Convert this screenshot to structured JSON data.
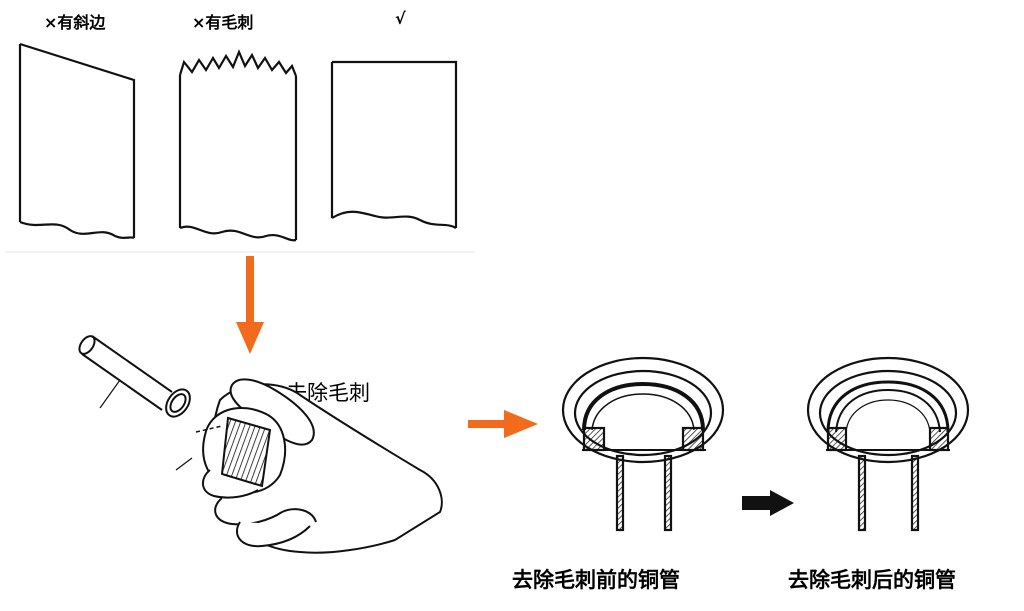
{
  "labels": {
    "beveled": "×有斜边",
    "burred": "×有毛刺",
    "correct": "√",
    "deburr_action": "去除毛刺",
    "before_deburr": "去除毛刺前的铜管",
    "after_deburr": "去除毛刺后的铜管"
  },
  "colors": {
    "accent_arrow": "#f26b1d",
    "line": "#111111",
    "background": "#ffffff"
  },
  "icons": {
    "down_arrow": "orange-down-arrow",
    "right_arrow": "orange-right-arrow",
    "small_arrow": "black-right-arrow"
  }
}
